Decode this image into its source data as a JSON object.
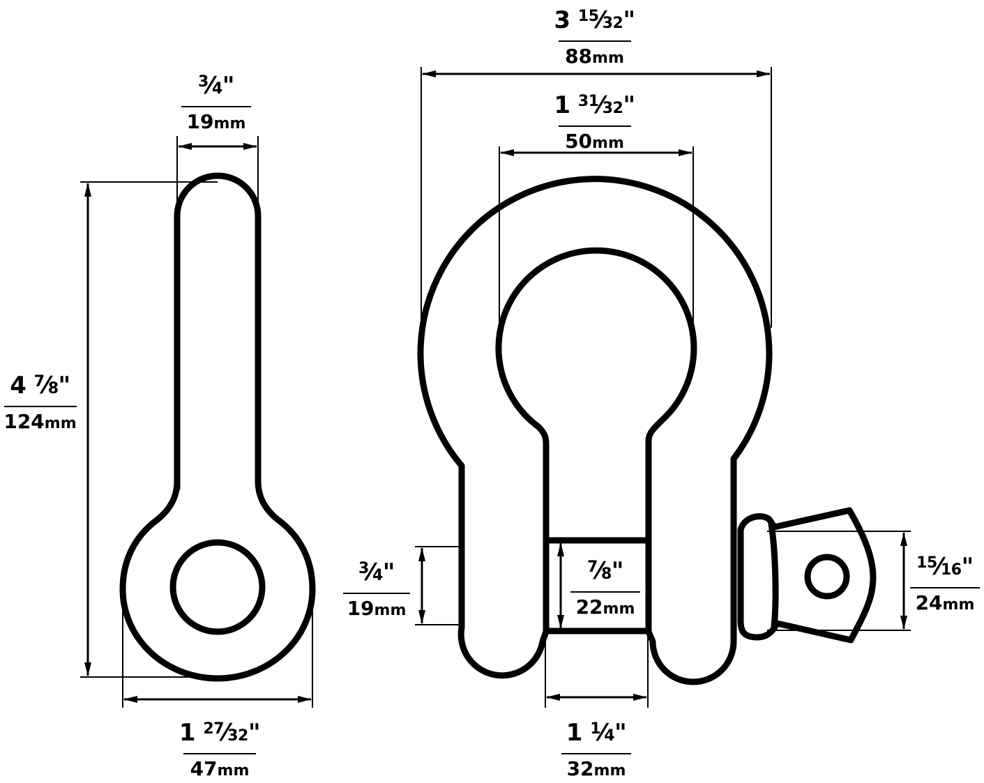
{
  "diagram": {
    "subject": "Bow shackle dimension drawing",
    "stroke_color": "#000000",
    "background_color": "#ffffff",
    "views": [
      {
        "name": "side-view-pin-eye"
      },
      {
        "name": "front-view-bow-shackle"
      }
    ]
  },
  "dimensions": {
    "eye_width": {
      "whole": "",
      "num": "3",
      "den": "4",
      "inch": "\"",
      "mm_value": "19",
      "mm_unit": "mm"
    },
    "overall_height": {
      "whole": "4",
      "num": "7",
      "den": "8",
      "inch": "\"",
      "mm_value": "124",
      "mm_unit": "mm"
    },
    "eye_outer_width": {
      "whole": "1",
      "num": "27",
      "den": "32",
      "inch": "\"",
      "mm_value": "47",
      "mm_unit": "mm"
    },
    "overall_width": {
      "whole": "3",
      "num": "15",
      "den": "32",
      "inch": "\"",
      "mm_value": "88",
      "mm_unit": "mm"
    },
    "inside_width": {
      "whole": "1",
      "num": "31",
      "den": "32",
      "inch": "\"",
      "mm_value": "50",
      "mm_unit": "mm"
    },
    "body_diameter": {
      "whole": "",
      "num": "3",
      "den": "4",
      "inch": "\"",
      "mm_value": "19",
      "mm_unit": "mm"
    },
    "pin_diameter": {
      "whole": "",
      "num": "7",
      "den": "8",
      "inch": "\"",
      "mm_value": "22",
      "mm_unit": "mm"
    },
    "pin_head": {
      "whole": "",
      "num": "15",
      "den": "16",
      "inch": "\"",
      "mm_value": "24",
      "mm_unit": "mm"
    },
    "jaw_width": {
      "whole": "1",
      "num": "1",
      "den": "4",
      "inch": "\"",
      "mm_value": "32",
      "mm_unit": "mm"
    }
  }
}
